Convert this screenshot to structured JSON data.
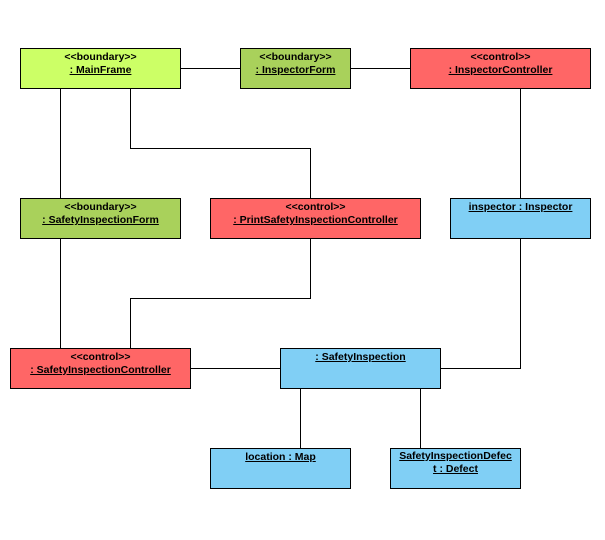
{
  "colors": {
    "boundary_main": "#ccff66",
    "boundary": "#a9d15b",
    "control": "#ff6666",
    "entity": "#80cff5",
    "line": "#000000"
  },
  "nodes": {
    "mainframe": {
      "stereotype": "<<boundary>>",
      "name": ": MainFrame"
    },
    "inspectorform": {
      "stereotype": "<<boundary>>",
      "name": ": InspectorForm"
    },
    "inspectorcontroller": {
      "stereotype": "<<control>>",
      "name": ": InspectorController"
    },
    "safetyinspectionform": {
      "stereotype": "<<boundary>>",
      "name": ": SafetyInspectionForm"
    },
    "printcontroller": {
      "stereotype": "<<control>>",
      "name": ": PrintSafetyInspectionController"
    },
    "inspector": {
      "name": "inspector : Inspector"
    },
    "sicontroller": {
      "stereotype": "<<control>>",
      "name": ": SafetyInspectionController"
    },
    "safetyinspection": {
      "name": ": SafetyInspection"
    },
    "location": {
      "name": "location : Map"
    },
    "defect": {
      "name_line1": "SafetyInspectionDefec",
      "name_line2": "t : Defect"
    }
  },
  "links": [
    {
      "from": "mainframe",
      "to": "inspectorform"
    },
    {
      "from": "inspectorform",
      "to": "inspectorcontroller"
    },
    {
      "from": "mainframe",
      "to": "safetyinspectionform"
    },
    {
      "from": "mainframe",
      "to": "printcontroller"
    },
    {
      "from": "inspectorcontroller",
      "to": "inspector"
    },
    {
      "from": "safetyinspectionform",
      "to": "sicontroller"
    },
    {
      "from": "printcontroller",
      "to": "sicontroller"
    },
    {
      "from": "inspector",
      "to": "safetyinspection"
    },
    {
      "from": "sicontroller",
      "to": "safetyinspection"
    },
    {
      "from": "safetyinspection",
      "to": "location"
    },
    {
      "from": "safetyinspection",
      "to": "defect"
    }
  ]
}
